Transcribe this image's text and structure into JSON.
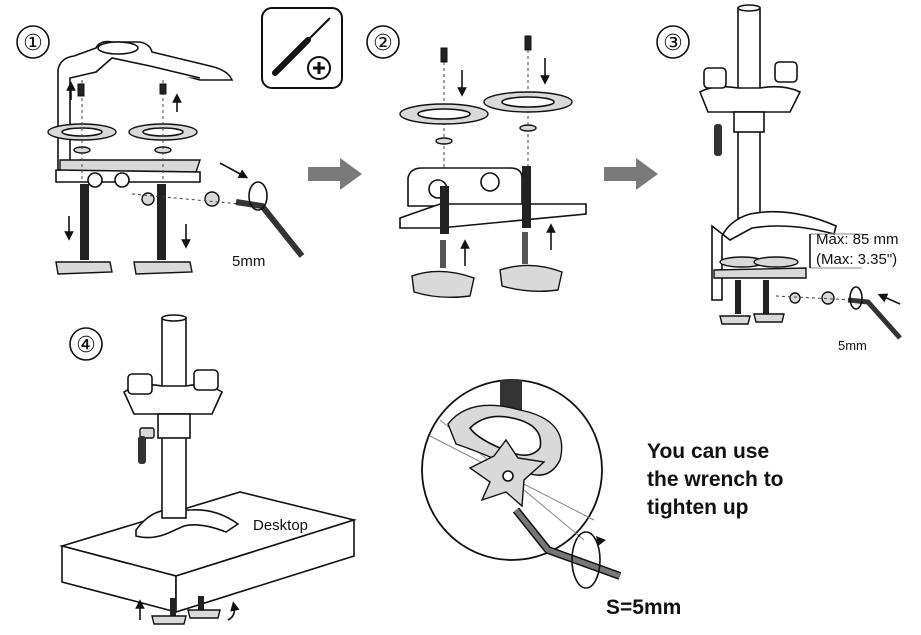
{
  "steps": [
    {
      "number": "①",
      "label": "5mm"
    },
    {
      "number": "②"
    },
    {
      "number": "③",
      "label": "5mm",
      "max_mm": "Max: 85 mm",
      "max_in": "(Max: 3.35\")"
    },
    {
      "number": "④",
      "label": "Desktop"
    }
  ],
  "tool_icon": "screwdriver-plus-icon",
  "note": {
    "line1": "You can use",
    "line2": "the wrench to",
    "line3": "tighten up",
    "size": "S=5mm"
  },
  "colors": {
    "ink": "#111111",
    "gray": "#d9d9d9",
    "arrow": "#7a7a7a"
  }
}
